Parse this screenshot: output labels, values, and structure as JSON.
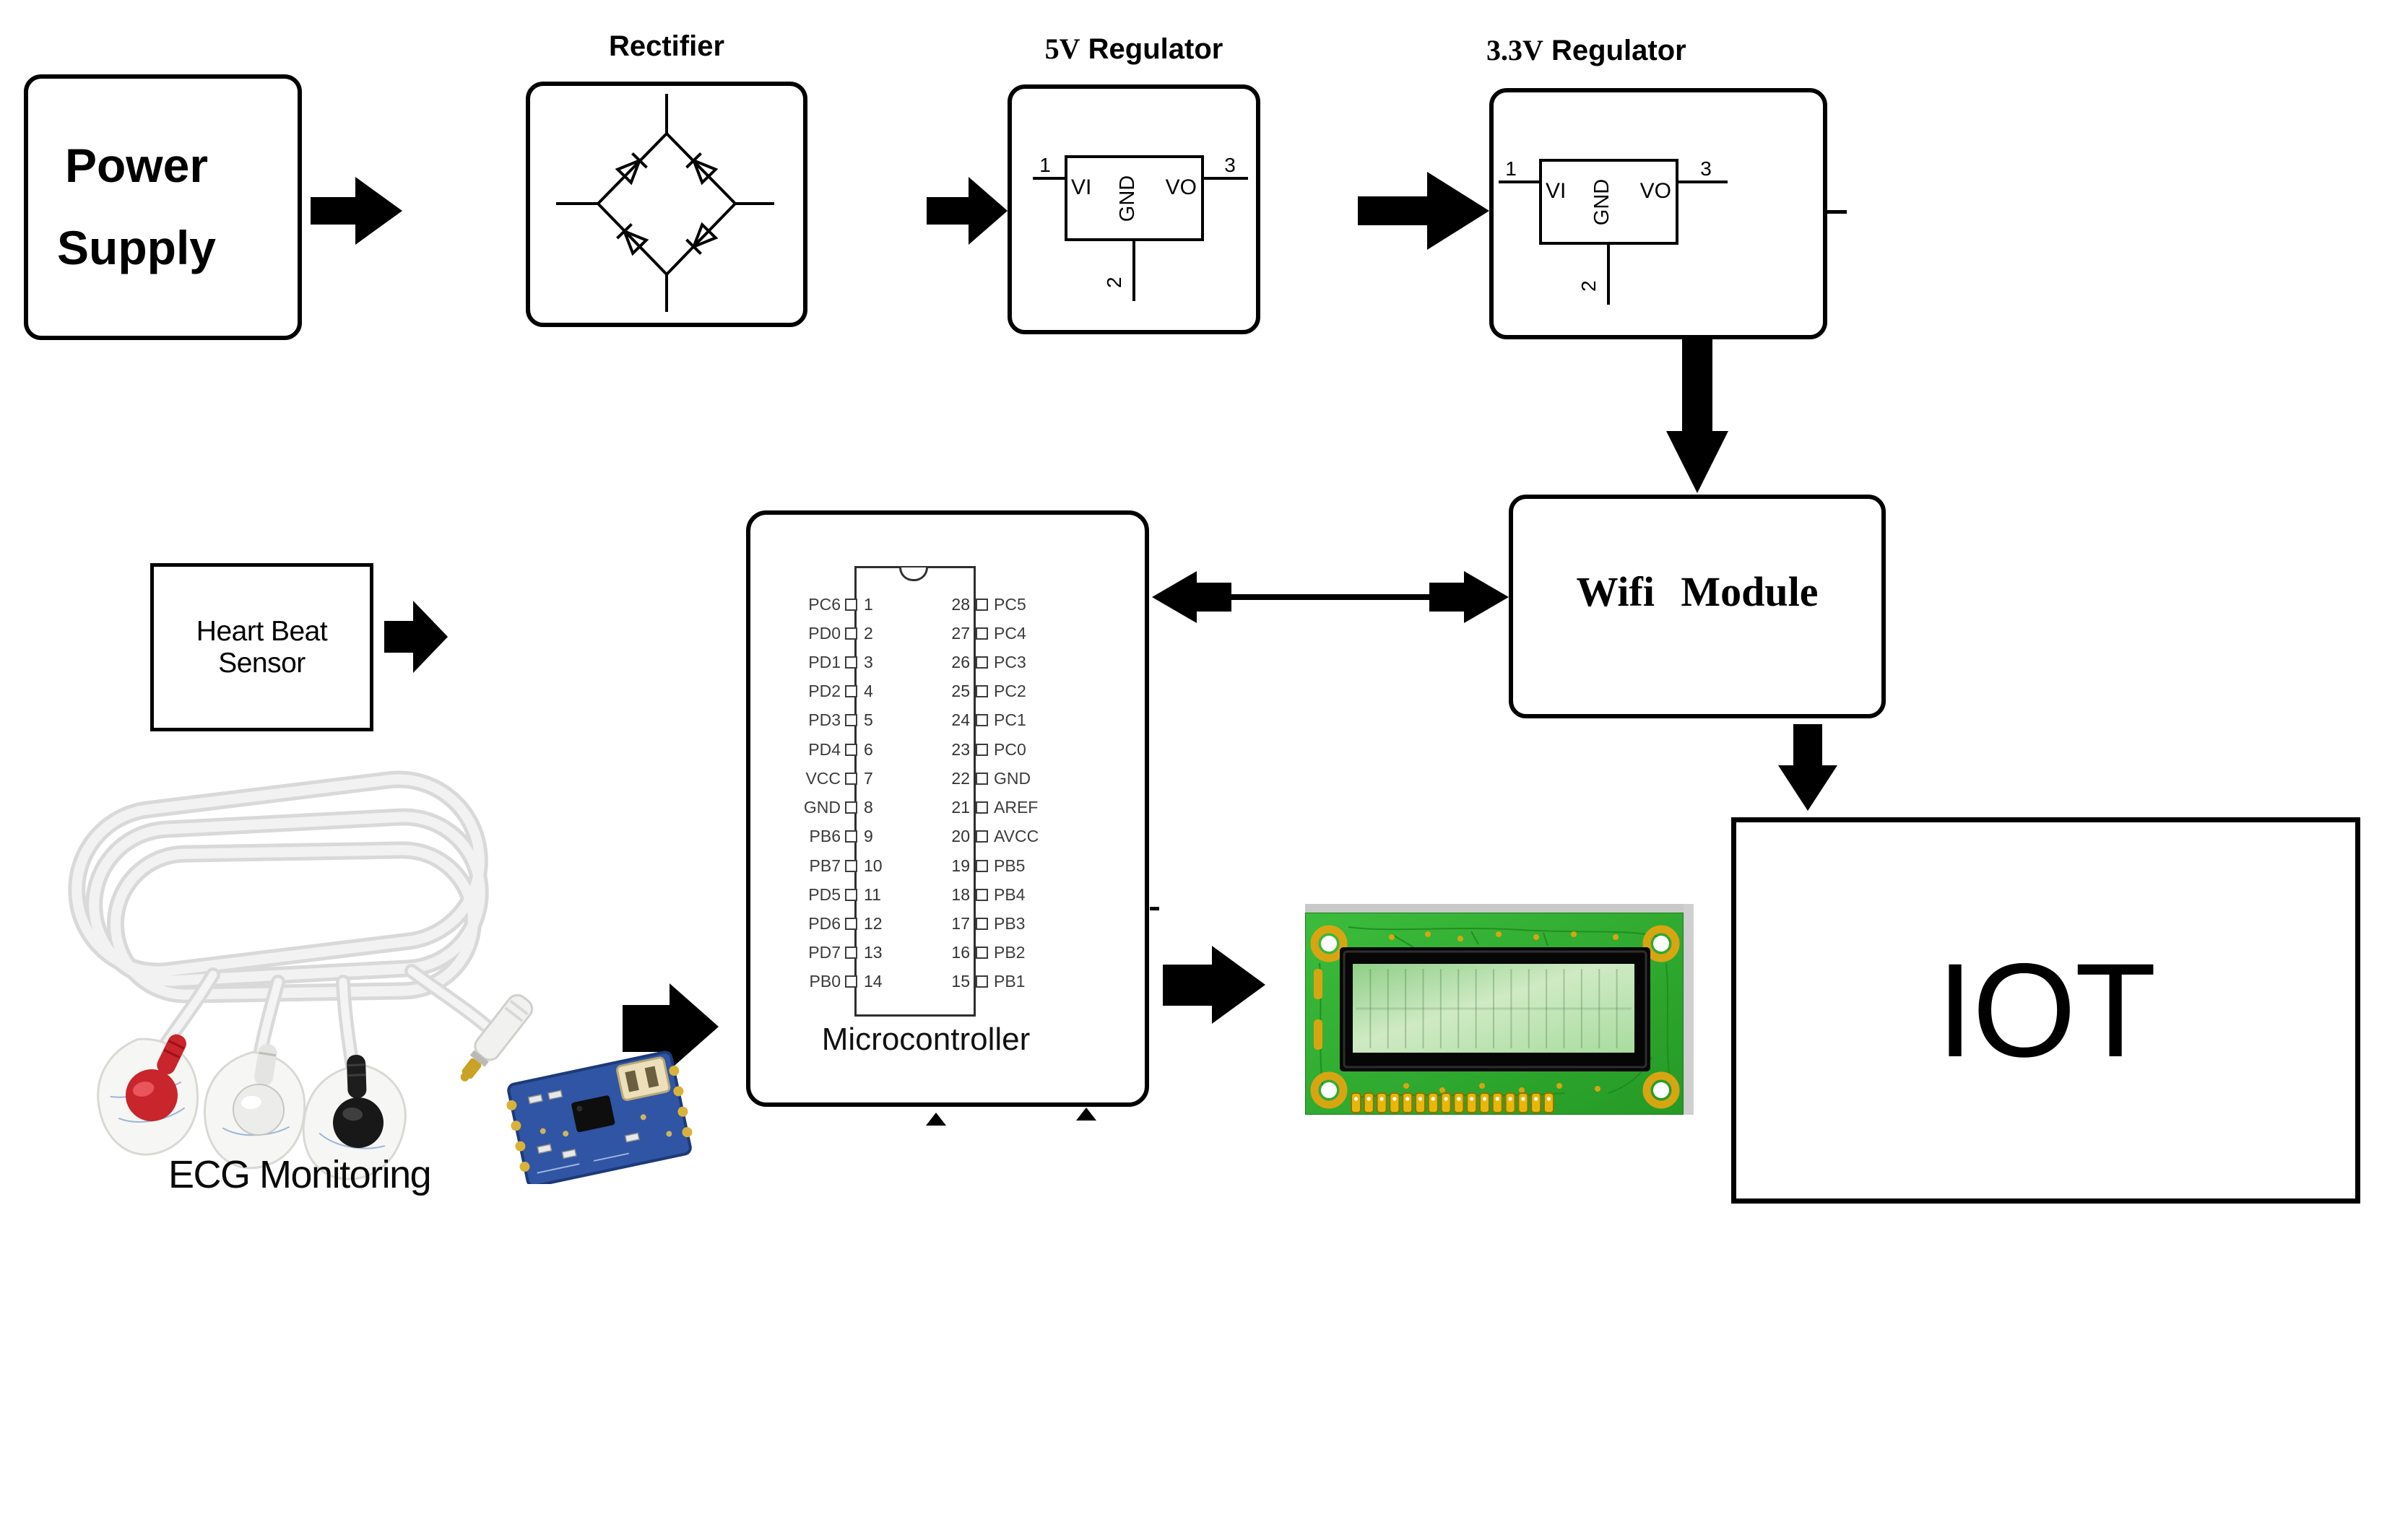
{
  "power_supply": {
    "line1": "Power",
    "line2": "Supply"
  },
  "rectifier": {
    "title": "Rectifier"
  },
  "reg_5v": {
    "title_prefix": "5V",
    "title_word": "Regulator",
    "pin_in": "VI",
    "pin_out": "VO",
    "pin_gnd": "GND",
    "n1": "1",
    "n2": "2",
    "n3": "3"
  },
  "reg_3v3": {
    "title_prefix": "3.3V",
    "title_word": "Regulator",
    "pin_in": "VI",
    "pin_out": "VO",
    "pin_gnd": "GND",
    "n1": "1",
    "n2": "2",
    "n3": "3"
  },
  "wifi": {
    "label": "Wifi Module"
  },
  "iot": {
    "label": "IOT"
  },
  "heart_beat_sensor": {
    "label": "Heart Beat Sensor"
  },
  "ecg": {
    "caption": "ECG Monitoring"
  },
  "mcu": {
    "caption": "Microcontroller",
    "left_pins": [
      {
        "label": "PC6",
        "num": "1"
      },
      {
        "label": "PD0",
        "num": "2"
      },
      {
        "label": "PD1",
        "num": "3"
      },
      {
        "label": "PD2",
        "num": "4"
      },
      {
        "label": "PD3",
        "num": "5"
      },
      {
        "label": "PD4",
        "num": "6"
      },
      {
        "label": "VCC",
        "num": "7"
      },
      {
        "label": "GND",
        "num": "8"
      },
      {
        "label": "PB6",
        "num": "9"
      },
      {
        "label": "PB7",
        "num": "10"
      },
      {
        "label": "PD5",
        "num": "11"
      },
      {
        "label": "PD6",
        "num": "12"
      },
      {
        "label": "PD7",
        "num": "13"
      },
      {
        "label": "PB0",
        "num": "14"
      }
    ],
    "right_pins": [
      {
        "num": "28",
        "label": "PC5"
      },
      {
        "num": "27",
        "label": "PC4"
      },
      {
        "num": "26",
        "label": "PC3"
      },
      {
        "num": "25",
        "label": "PC2"
      },
      {
        "num": "24",
        "label": "PC1"
      },
      {
        "num": "23",
        "label": "PC0"
      },
      {
        "num": "22",
        "label": "GND"
      },
      {
        "num": "21",
        "label": "AREF"
      },
      {
        "num": "20",
        "label": "AVCC"
      },
      {
        "num": "19",
        "label": "PB5"
      },
      {
        "num": "18",
        "label": "PB4"
      },
      {
        "num": "17",
        "label": "PB3"
      },
      {
        "num": "16",
        "label": "PB2"
      },
      {
        "num": "15",
        "label": "PB1"
      }
    ]
  },
  "lcd": {
    "pin_count": 16,
    "columns": 16,
    "rows": 2
  },
  "colors": {
    "line": "#000000",
    "lcd_pcb_green": "#2fae2f",
    "lcd_screen_green": "#b9e3ae",
    "gold": "#d8a512",
    "ecg_red": "#c8252c",
    "ecg_black": "#181818",
    "ecg_white": "#ececec",
    "sensor_pcb_blue": "#2f55a4"
  }
}
